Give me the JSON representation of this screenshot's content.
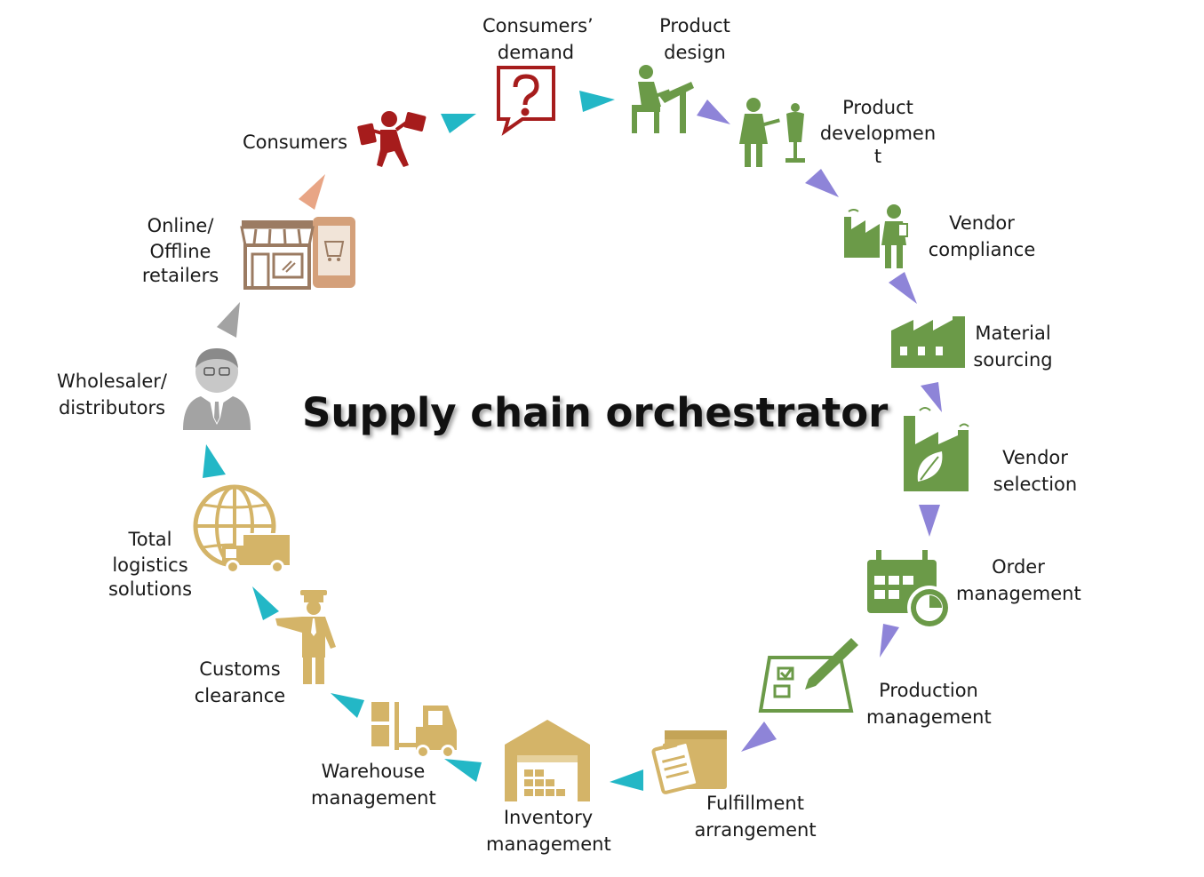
{
  "title": "Supply chain orchestrator",
  "colors": {
    "red": "#a61c1c",
    "green": "#6b9a48",
    "gold": "#d4b468",
    "brown": "#9b7b62",
    "gray": "#a3a3a3",
    "cyan": "#23b7c6",
    "violet": "#8e84d8",
    "salmon": "#e8a585"
  },
  "stages": [
    {
      "id": "consumers-demand",
      "lines": [
        "Consumers’",
        "demand"
      ],
      "icon": "question-bubble-icon",
      "color": "red"
    },
    {
      "id": "product-design",
      "lines": [
        "Product",
        "design"
      ],
      "icon": "designer-desk-icon",
      "color": "green"
    },
    {
      "id": "product-development",
      "lines": [
        "Product",
        "developmen",
        "t"
      ],
      "icon": "tailor-mannequin-icon",
      "color": "green"
    },
    {
      "id": "vendor-compliance",
      "lines": [
        "Vendor",
        "compliance"
      ],
      "icon": "factory-inspector-icon",
      "color": "green"
    },
    {
      "id": "material-sourcing",
      "lines": [
        "Material",
        "sourcing"
      ],
      "icon": "factory-icon",
      "color": "green"
    },
    {
      "id": "vendor-selection",
      "lines": [
        "Vendor",
        "selection"
      ],
      "icon": "eco-factory-icon",
      "color": "green"
    },
    {
      "id": "order-management",
      "lines": [
        "Order",
        "management"
      ],
      "icon": "calendar-clock-icon",
      "color": "green"
    },
    {
      "id": "production-management",
      "lines": [
        "Production",
        "management"
      ],
      "icon": "checklist-pencil-icon",
      "color": "green"
    },
    {
      "id": "fulfillment-arrangement",
      "lines": [
        "Fulfillment",
        "arrangement"
      ],
      "icon": "box-clipboard-icon",
      "color": "gold"
    },
    {
      "id": "inventory-management",
      "lines": [
        "Inventory",
        "management"
      ],
      "icon": "warehouse-icon",
      "color": "gold"
    },
    {
      "id": "warehouse-management",
      "lines": [
        "Warehouse",
        "management"
      ],
      "icon": "forklift-icon",
      "color": "gold"
    },
    {
      "id": "customs-clearance",
      "lines": [
        "Customs",
        "clearance"
      ],
      "icon": "customs-officer-icon",
      "color": "gold"
    },
    {
      "id": "total-logistics-solutions",
      "lines": [
        "Total",
        "logistics",
        "solutions"
      ],
      "icon": "globe-truck-icon",
      "color": "gold"
    },
    {
      "id": "wholesaler-distributors",
      "lines": [
        "Wholesaler/",
        "distributors"
      ],
      "icon": "businessman-icon",
      "color": "gray"
    },
    {
      "id": "online-offline-retailers",
      "lines": [
        "Online/",
        "Offline",
        "retailers"
      ],
      "icon": "store-mobile-icon",
      "color": "brown"
    },
    {
      "id": "consumers",
      "lines": [
        "Consumers"
      ],
      "icon": "shopper-icon",
      "color": "red"
    }
  ]
}
